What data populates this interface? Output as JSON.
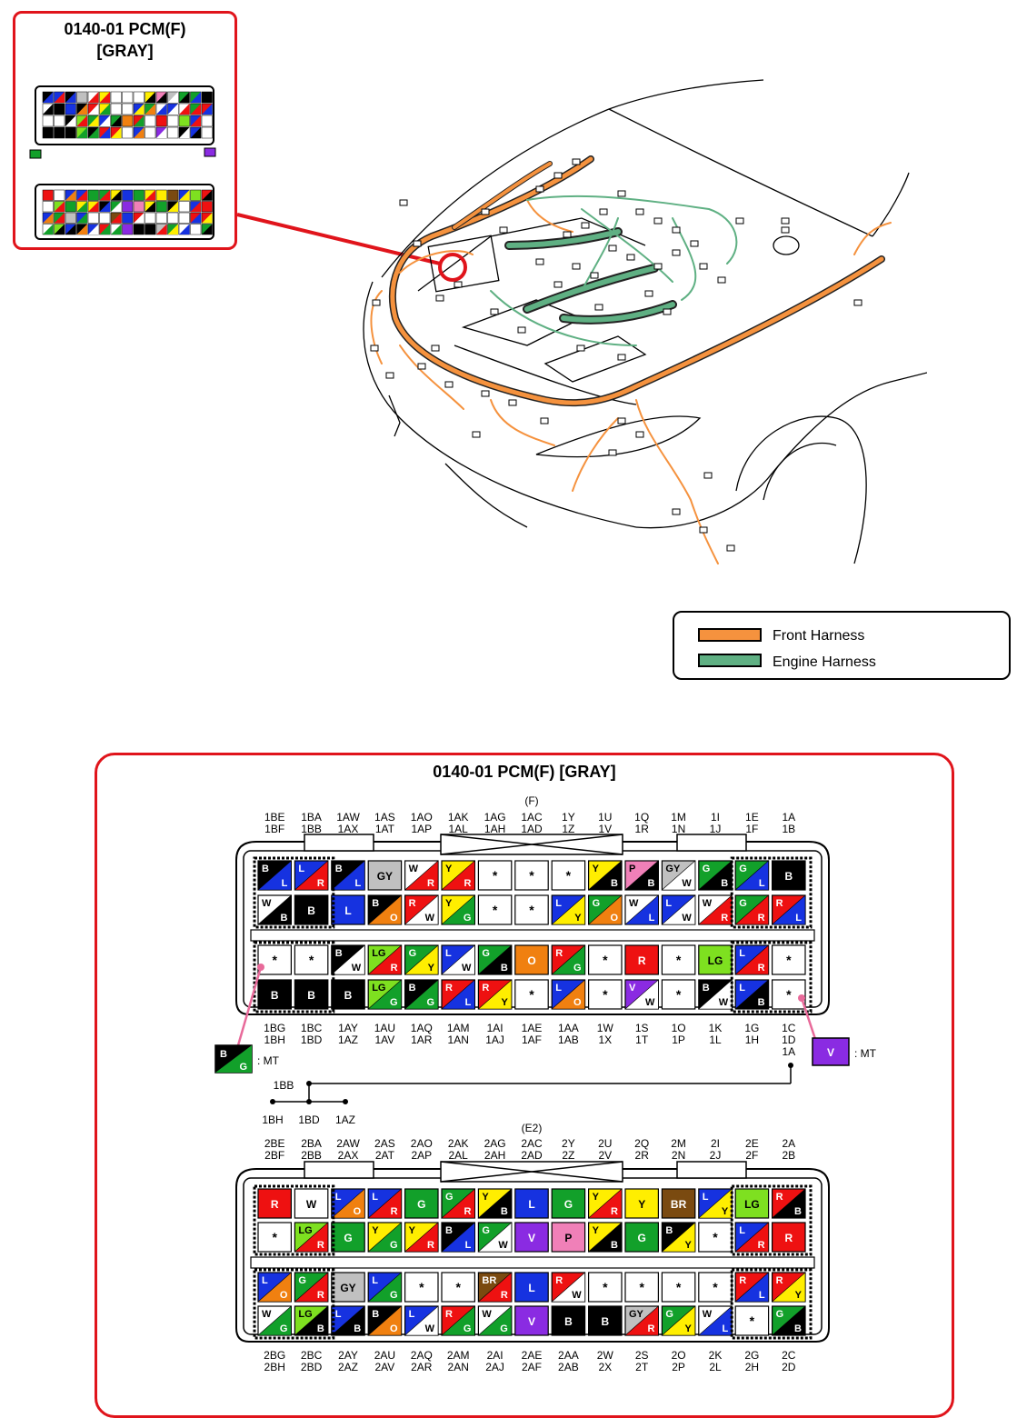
{
  "thumbnail": {
    "title_line1": "0140-01 PCM(F)",
    "title_line2": "[GRAY]"
  },
  "legend": {
    "items": [
      {
        "label": "Front Harness",
        "color": "#f5923e"
      },
      {
        "label": "Engine Harness",
        "color": "#5fb083"
      }
    ]
  },
  "connector": {
    "title": "0140-01 PCM(F)  [GRAY]",
    "f_label": "(F)",
    "e2_label": "(E2)",
    "f_top_labels": [
      [
        "1BE",
        "1BF"
      ],
      [
        "1BA",
        "1BB"
      ],
      [
        "1AW",
        "1AX"
      ],
      [
        "1AS",
        "1AT"
      ],
      [
        "1AO",
        "1AP"
      ],
      [
        "1AK",
        "1AL"
      ],
      [
        "1AG",
        "1AH"
      ],
      [
        "1AC",
        "1AD"
      ],
      [
        "1Y",
        "1Z"
      ],
      [
        "1U",
        "1V"
      ],
      [
        "1Q",
        "1R"
      ],
      [
        "1M",
        "1N"
      ],
      [
        "1I",
        "1J"
      ],
      [
        "1E",
        "1F"
      ],
      [
        "1A",
        "1B"
      ]
    ],
    "f_bottom_labels": [
      [
        "1BG",
        "1BH"
      ],
      [
        "1BC",
        "1BD"
      ],
      [
        "1AY",
        "1AZ"
      ],
      [
        "1AU",
        "1AV"
      ],
      [
        "1AQ",
        "1AR"
      ],
      [
        "1AM",
        "1AN"
      ],
      [
        "1AI",
        "1AJ"
      ],
      [
        "1AE",
        "1AF"
      ],
      [
        "1AA",
        "1AB"
      ],
      [
        "1W",
        "1X"
      ],
      [
        "1S",
        "1T"
      ],
      [
        "1O",
        "1P"
      ],
      [
        "1K",
        "1L"
      ],
      [
        "1G",
        "1H"
      ],
      [
        "1C",
        "1D",
        "1A"
      ]
    ],
    "e2_top_labels": [
      [
        "2BE",
        "2BF"
      ],
      [
        "2BA",
        "2BB"
      ],
      [
        "2AW",
        "2AX"
      ],
      [
        "2AS",
        "2AT"
      ],
      [
        "2AO",
        "2AP"
      ],
      [
        "2AK",
        "2AL"
      ],
      [
        "2AG",
        "2AH"
      ],
      [
        "2AC",
        "2AD"
      ],
      [
        "2Y",
        "2Z"
      ],
      [
        "2U",
        "2V"
      ],
      [
        "2Q",
        "2R"
      ],
      [
        "2M",
        "2N"
      ],
      [
        "2I",
        "2J"
      ],
      [
        "2E",
        "2F"
      ],
      [
        "2A",
        "2B"
      ]
    ],
    "e2_bottom_labels": [
      [
        "2BG",
        "2BH"
      ],
      [
        "2BC",
        "2BD"
      ],
      [
        "2AY",
        "2AZ"
      ],
      [
        "2AU",
        "2AV"
      ],
      [
        "2AQ",
        "2AR"
      ],
      [
        "2AM",
        "2AN"
      ],
      [
        "2AI",
        "2AJ"
      ],
      [
        "2AE",
        "2AF"
      ],
      [
        "2AA",
        "2AB"
      ],
      [
        "2W",
        "2X"
      ],
      [
        "2S",
        "2T"
      ],
      [
        "2O",
        "2P"
      ],
      [
        "2K",
        "2L"
      ],
      [
        "2G",
        "2H"
      ],
      [
        "2C",
        "2D"
      ]
    ],
    "mt_left": {
      "c1": "B",
      "c2": "G",
      "label": ": MT"
    },
    "mt_right": {
      "c1": "V",
      "label": ": MT"
    },
    "joint": {
      "top": "1BB",
      "bottom": [
        "1BH",
        "1BD",
        "1AZ"
      ]
    },
    "colors": {
      "B": "#000000",
      "W": "#ffffff",
      "R": "#ee1111",
      "L": "#1632e0",
      "G": "#12a02a",
      "Y": "#ffee00",
      "GY": "#c0c0c0",
      "O": "#f08010",
      "P": "#f080b8",
      "LG": "#7ee020",
      "V": "#8a2be2",
      "BR": "#7a4a10"
    },
    "f_rows": [
      [
        [
          "B",
          "L"
        ],
        [
          "L",
          "R"
        ],
        [
          "B",
          "L"
        ],
        [
          "GY"
        ],
        [
          "W",
          "R"
        ],
        [
          "Y",
          "R"
        ],
        [
          "*"
        ],
        [
          "*"
        ],
        [
          "*"
        ],
        [
          "Y",
          "B"
        ],
        [
          "P",
          "B"
        ],
        [
          "GY",
          "W"
        ],
        [
          "G",
          "B"
        ],
        [
          "G",
          "L"
        ],
        [
          "B"
        ]
      ],
      [
        [
          "W",
          "B"
        ],
        [
          "B"
        ],
        [
          "L"
        ],
        [
          "B",
          "O"
        ],
        [
          "R",
          "W"
        ],
        [
          "Y",
          "G"
        ],
        [
          "*"
        ],
        [
          "*"
        ],
        [
          "L",
          "Y"
        ],
        [
          "G",
          "O"
        ],
        [
          "W",
          "L"
        ],
        [
          "L",
          "W"
        ],
        [
          "W",
          "R"
        ],
        [
          "G",
          "R"
        ],
        [
          "R",
          "L"
        ]
      ],
      [
        [
          "*"
        ],
        [
          "*"
        ],
        [
          "B",
          "W"
        ],
        [
          "LG",
          "R"
        ],
        [
          "G",
          "Y"
        ],
        [
          "L",
          "W"
        ],
        [
          "G",
          "B"
        ],
        [
          "O"
        ],
        [
          "R",
          "G"
        ],
        [
          "*"
        ],
        [
          "R"
        ],
        [
          "*"
        ],
        [
          "LG"
        ],
        [
          "L",
          "R"
        ],
        [
          "*"
        ]
      ],
      [
        [
          "B"
        ],
        [
          "B"
        ],
        [
          "B"
        ],
        [
          "LG",
          "G"
        ],
        [
          "B",
          "G"
        ],
        [
          "R",
          "L"
        ],
        [
          "R",
          "Y"
        ],
        [
          "*"
        ],
        [
          "L",
          "O"
        ],
        [
          "*"
        ],
        [
          "V",
          "W"
        ],
        [
          "*"
        ],
        [
          "B",
          "W"
        ],
        [
          "L",
          "B"
        ],
        [
          "*"
        ]
      ]
    ],
    "e2_rows": [
      [
        [
          "R"
        ],
        [
          "W"
        ],
        [
          "L",
          "O"
        ],
        [
          "L",
          "R"
        ],
        [
          "G"
        ],
        [
          "G",
          "R"
        ],
        [
          "Y",
          "B"
        ],
        [
          "L"
        ],
        [
          "G"
        ],
        [
          "Y",
          "R"
        ],
        [
          "Y"
        ],
        [
          "BR"
        ],
        [
          "L",
          "Y"
        ],
        [
          "LG"
        ],
        [
          "R",
          "B"
        ]
      ],
      [
        [
          "*"
        ],
        [
          "LG",
          "R"
        ],
        [
          "G"
        ],
        [
          "Y",
          "G"
        ],
        [
          "Y",
          "R"
        ],
        [
          "B",
          "L"
        ],
        [
          "G",
          "W"
        ],
        [
          "V"
        ],
        [
          "P"
        ],
        [
          "Y",
          "B"
        ],
        [
          "G"
        ],
        [
          "B",
          "Y"
        ],
        [
          "*"
        ],
        [
          "L",
          "R"
        ],
        [
          "R"
        ]
      ],
      [
        [
          "L",
          "O"
        ],
        [
          "G",
          "R"
        ],
        [
          "GY"
        ],
        [
          "L",
          "G"
        ],
        [
          "*"
        ],
        [
          "*"
        ],
        [
          "BR",
          "R"
        ],
        [
          "L"
        ],
        [
          "R",
          "W"
        ],
        [
          "*"
        ],
        [
          "*"
        ],
        [
          "*"
        ],
        [
          "*"
        ],
        [
          "R",
          "L"
        ],
        [
          "R",
          "Y"
        ]
      ],
      [
        [
          "W",
          "G"
        ],
        [
          "LG",
          "B"
        ],
        [
          "L",
          "B"
        ],
        [
          "B",
          "O"
        ],
        [
          "L",
          "W"
        ],
        [
          "R",
          "G"
        ],
        [
          "W",
          "G"
        ],
        [
          "V"
        ],
        [
          "B"
        ],
        [
          "B"
        ],
        [
          "GY",
          "R"
        ],
        [
          "G",
          "Y"
        ],
        [
          "W",
          "L"
        ],
        [
          "*"
        ],
        [
          "G",
          "B"
        ]
      ]
    ]
  }
}
